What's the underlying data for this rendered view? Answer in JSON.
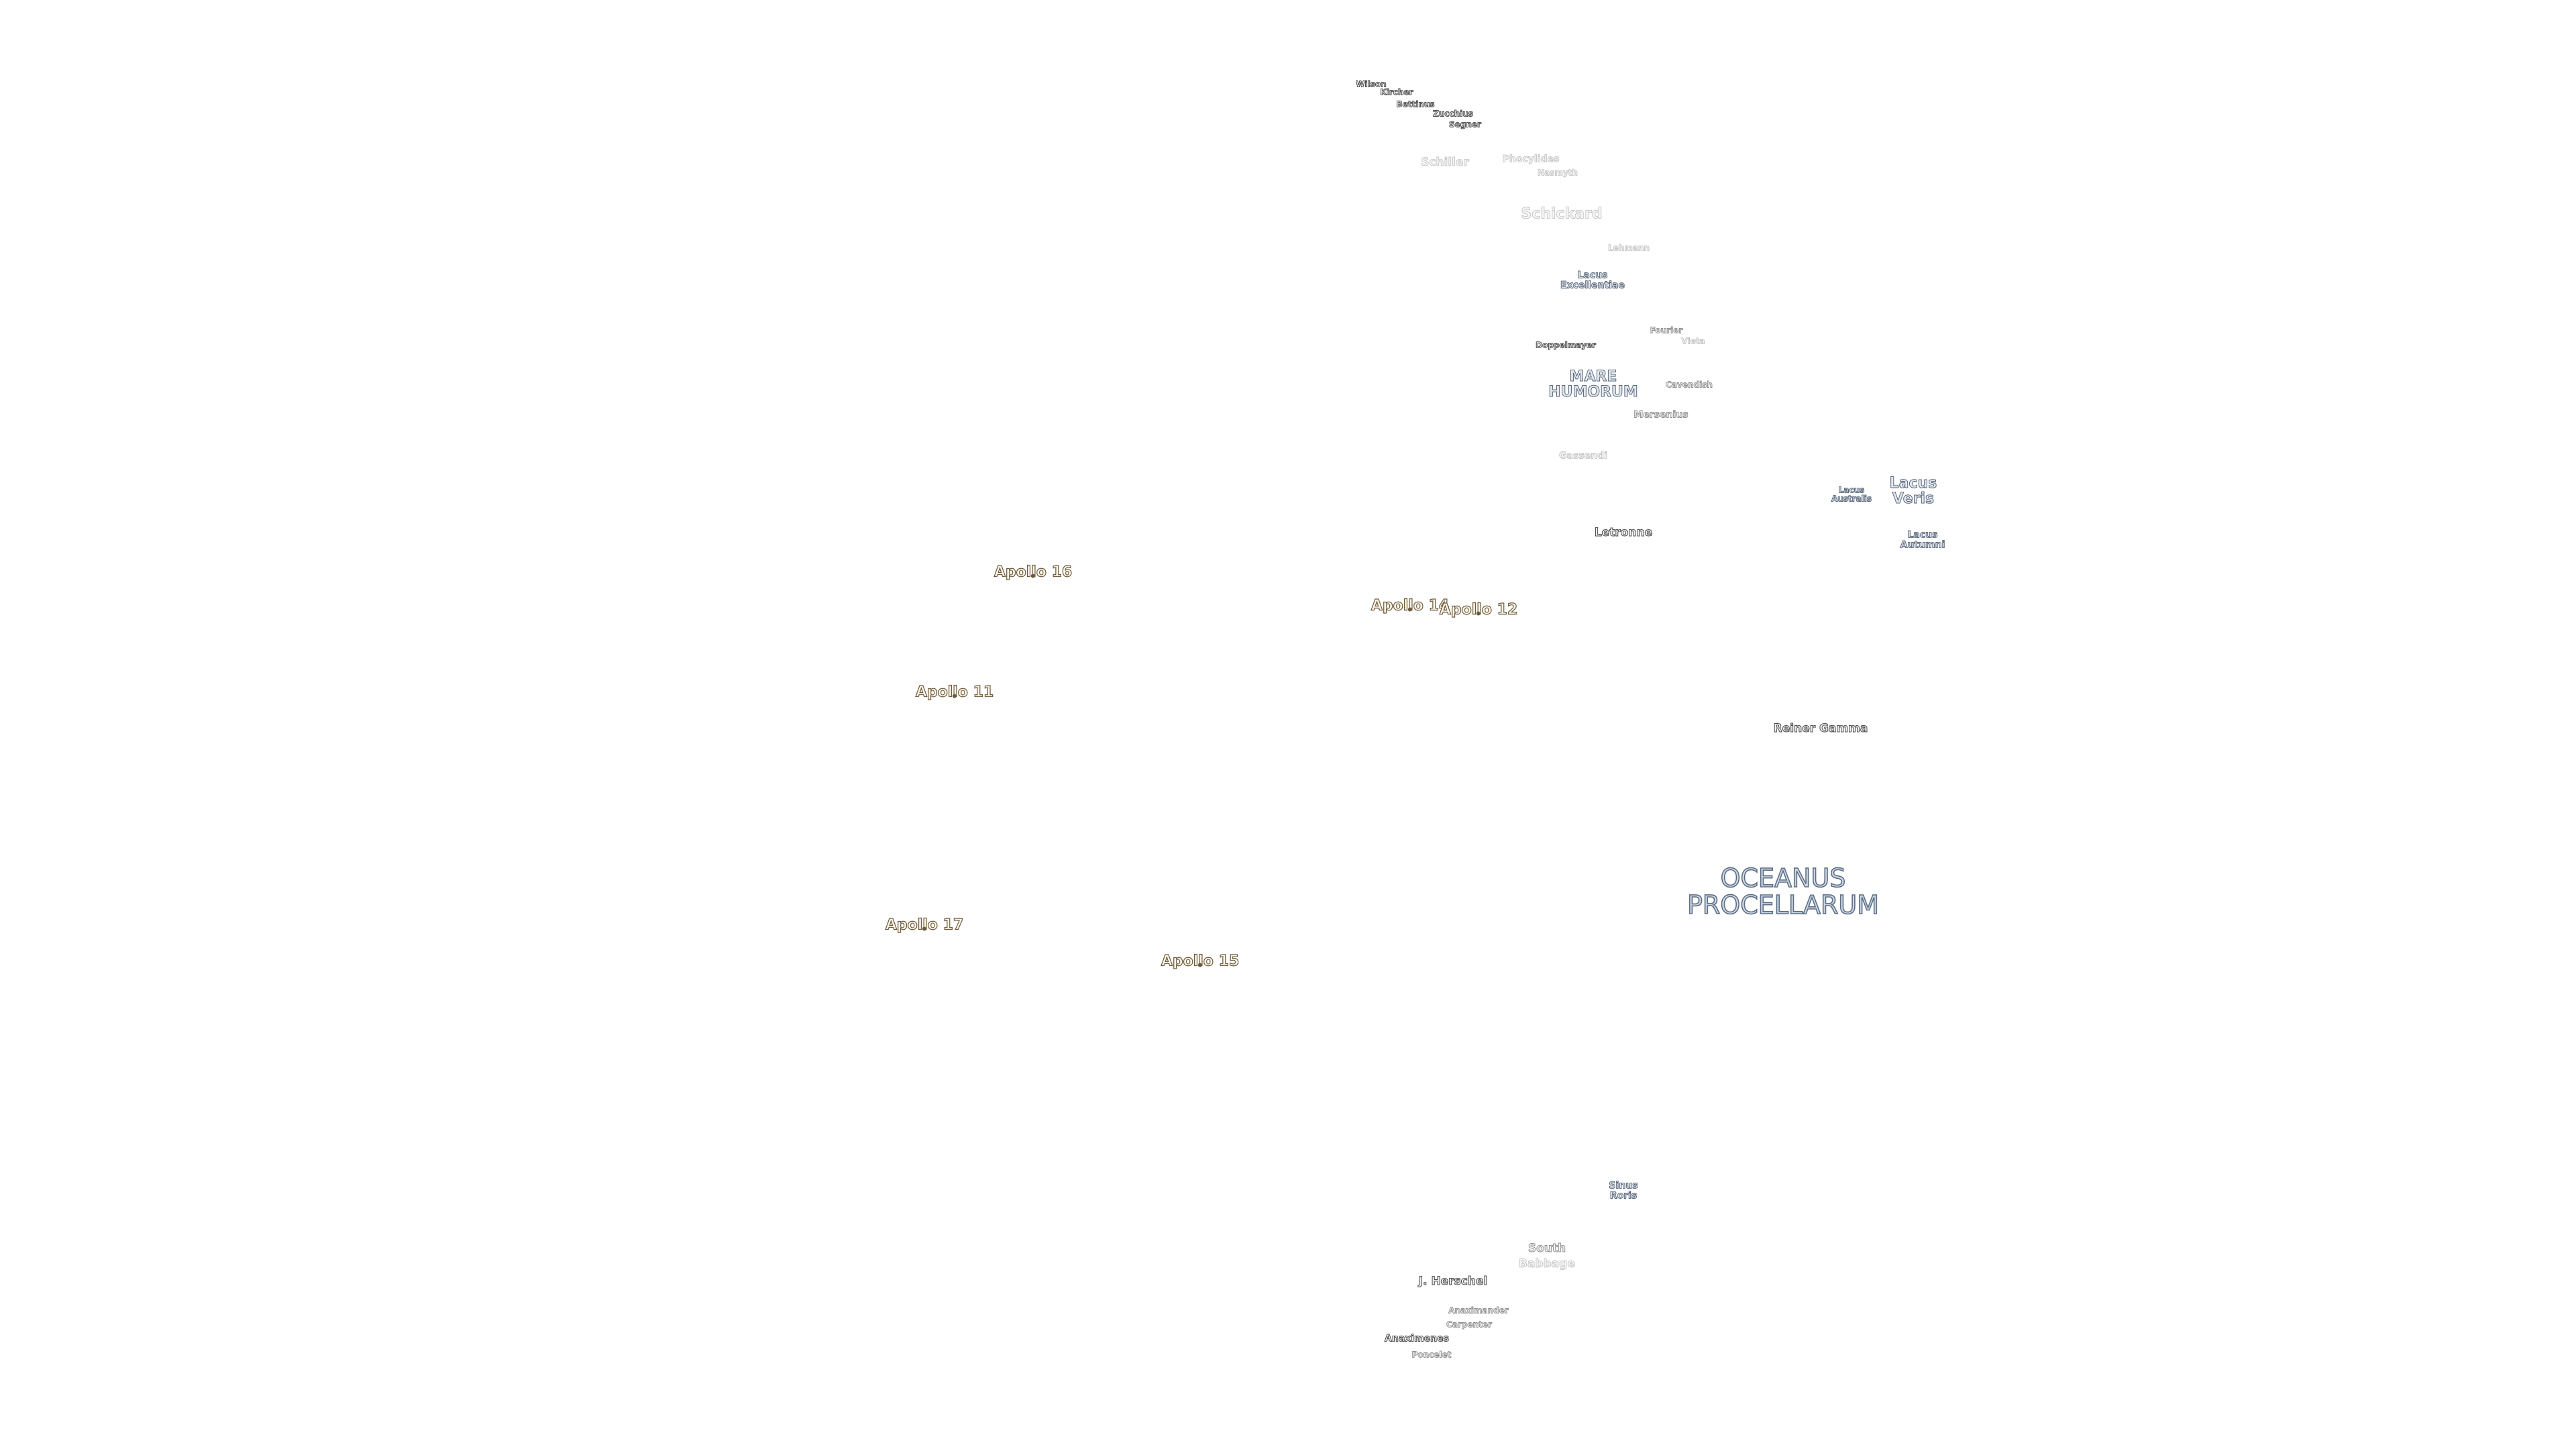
{
  "map": {
    "seas": {
      "oceanus_procellarum": "OCEANUS\nPROCELLARUM",
      "mare_humorum": "MARE\nHUMORUM",
      "lacus_veris": "Lacus\nVeris",
      "lacus_australis": "Lacus\nAustralis",
      "lacus_autumni": "Lacus\nAutumni",
      "lacus_excellentiae": "Lacus\nExcellentiae",
      "sinus_roris": "Sinus\nRoris"
    },
    "craters": {
      "wilson": "Wilson",
      "kircher": "Kircher",
      "bettinus": "Bettinus",
      "zucchius": "Zucchius",
      "segner": "Segner",
      "schiller": "Schiller",
      "phocylides": "Phocylides",
      "nasmyth": "Nasmyth",
      "schickard": "Schickard",
      "lehmann": "Lehmann",
      "doppelmayer": "Doppelmayer",
      "fourier": "Fourier",
      "vieta": "Vieta",
      "cavendish": "Cavendish",
      "mersenius": "Mersenius",
      "gassendi": "Gassendi",
      "letronne": "Letronne",
      "reiner_gamma": "Reiner Gamma",
      "south": "South",
      "babbage": "Babbage",
      "j_herschel": "J. Herschel",
      "anaximander": "Anaximander",
      "carpenter": "Carpenter",
      "anaximenes": "Anaximenes",
      "poncelet": "Poncelet"
    },
    "landing_sites": {
      "apollo_16": "Apollo 16",
      "apollo_14": "Apollo 14",
      "apollo_12": "Apollo 12",
      "apollo_11": "Apollo 11",
      "apollo_17": "Apollo 17",
      "apollo_15": "Apollo 15"
    }
  }
}
